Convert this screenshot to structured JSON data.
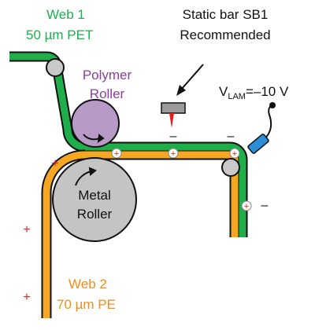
{
  "labels": {
    "web1_name": "Web 1",
    "web1_spec": "50 µm PET",
    "static_bar_line1": "Static bar SB1",
    "static_bar_line2": "Recommended",
    "polymer_line1": "Polymer",
    "polymer_line2": "Roller",
    "metal_line1": "Metal",
    "metal_line2": "Roller",
    "vlam_prefix": "V",
    "vlam_sub": "LAM",
    "vlam_value": "=–10 V",
    "web2_name": "Web 2",
    "web2_spec": "70 µm PE"
  },
  "charge_signs": {
    "plus": "+",
    "minus": "–"
  },
  "colors": {
    "web1_green": "#1fae4a",
    "web2_orange": "#f5a623",
    "web1_text": "#19b24b",
    "web2_text": "#f08c1a",
    "polymer_fill": "#b89ac6",
    "polymer_text": "#8a3f9e",
    "metal_fill": "#c4c4c4",
    "idler_fill": "#c9c9c9",
    "static_bar_body": "#9a9a9a",
    "static_bar_tip": "#e0201c",
    "plus_red": "#e0201c",
    "probe_blue": "#2a8fd8",
    "outline": "#111111"
  },
  "icons": {
    "static_bar": "static-bar-icon",
    "probe": "voltage-probe-icon",
    "arrow": "pointer-arrow-icon"
  }
}
